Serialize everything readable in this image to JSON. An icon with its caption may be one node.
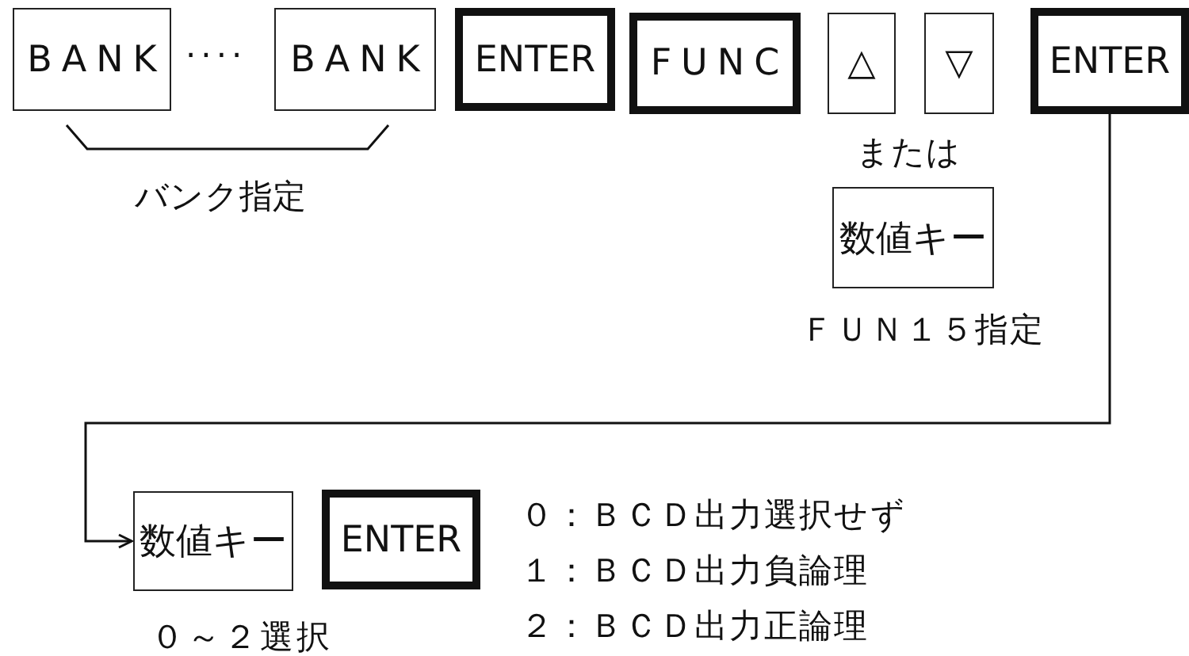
{
  "diagram": {
    "nodes": [
      {
        "text": [
          "BANK"
        ]
      },
      {
        "text": [
          "BANK"
        ]
      },
      {
        "text": [
          "ENTER"
        ]
      },
      {
        "text": [
          "FUNC"
        ]
      },
      {
        "text": [
          "△"
        ]
      },
      {
        "text": [
          "▽"
        ]
      },
      {
        "text": [
          "ENTER"
        ]
      },
      {
        "text": [
          "数値キー"
        ]
      },
      {
        "text": [
          "数値キー"
        ],
        "beside": [
          "０～２選択"
        ]
      },
      {
        "text": [
          "ENTER"
        ]
      }
    ],
    "edges": [
      {
        "from": 6,
        "to": 8,
        "arrow": "to"
      }
    ],
    "labels": [
      "····",
      "バンク指定",
      "または",
      "ＦＵＮ１５指定",
      "０：ＢＣＤ出力選択せず",
      "１：ＢＣＤ出力負論理",
      "２：ＢＣＤ出力正論理"
    ]
  }
}
